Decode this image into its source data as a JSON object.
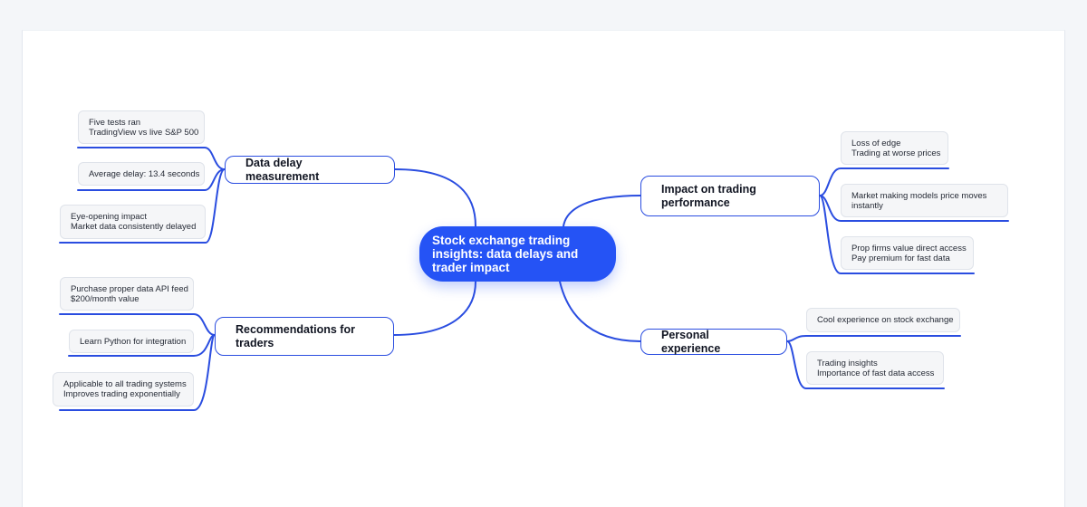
{
  "mindmap": {
    "root": {
      "label": "Stock exchange trading insights: data delays and trader impact"
    },
    "branches": [
      {
        "id": "data-delay",
        "label": "Data delay measurement",
        "leaves": [
          {
            "lines": [
              "Five tests ran",
              "TradingView vs live S&P 500"
            ]
          },
          {
            "lines": [
              "Average delay: 13.4 seconds"
            ]
          },
          {
            "lines": [
              "Eye-opening impact",
              "Market data consistently delayed"
            ]
          }
        ]
      },
      {
        "id": "recommendations",
        "label": "Recommendations for traders",
        "leaves": [
          {
            "lines": [
              "Purchase proper data API feed",
              "$200/month value"
            ]
          },
          {
            "lines": [
              "Learn Python for integration"
            ]
          },
          {
            "lines": [
              "Applicable to all trading systems",
              "Improves trading exponentially"
            ]
          }
        ]
      },
      {
        "id": "impact",
        "label": "Impact on trading performance",
        "leaves": [
          {
            "lines": [
              "Loss of edge",
              "Trading at worse prices"
            ]
          },
          {
            "lines": [
              "Market making models price moves",
              "instantly"
            ]
          },
          {
            "lines": [
              "Prop firms value direct access",
              "Pay premium for fast data"
            ]
          }
        ]
      },
      {
        "id": "personal",
        "label": "Personal experience",
        "leaves": [
          {
            "lines": [
              "Cool experience on stock exchange"
            ]
          },
          {
            "lines": [
              "Trading insights",
              "Importance of fast data access"
            ]
          }
        ]
      }
    ]
  },
  "colors": {
    "accent": "#2553f5",
    "connector": "#2a4de0",
    "leaf_background": "#f5f6f8",
    "page_background": "#f4f6f9"
  }
}
